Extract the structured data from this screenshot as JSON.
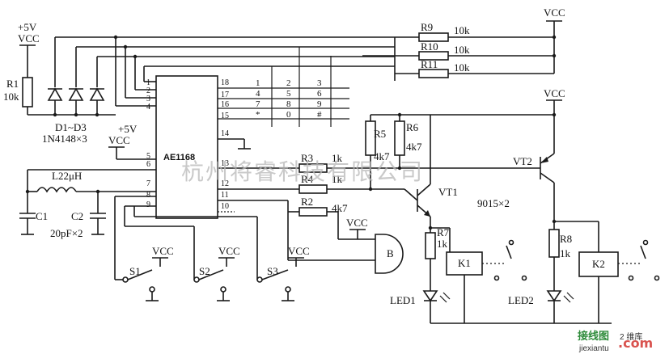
{
  "supply": {
    "vcc": "VCC",
    "plus5v": "+5V"
  },
  "chip": {
    "name": "AE1168"
  },
  "resistors": {
    "r1": "R1",
    "r1_val": "10k",
    "r9": "R9",
    "r9_val": "10k",
    "r10": "R10",
    "r10_val": "10k",
    "r11": "R11",
    "r11_val": "10k",
    "r5": "R5",
    "r5_val": "4k7",
    "r6": "R6",
    "r6_val": "4k7",
    "r3": "R3",
    "r3_val": "1k",
    "r4": "R4",
    "r4_val": "1k",
    "r2": "R2",
    "r2_val": "4k7",
    "r7": "R7",
    "r7_val": "1k",
    "r8": "R8",
    "r8_val": "1k"
  },
  "diodes": {
    "label": "D1~D3",
    "part": "1N4148×3"
  },
  "inductor": {
    "label": "L22μH"
  },
  "capacitors": {
    "c1": "C1",
    "c2": "C2",
    "value": "20pF×2"
  },
  "transistors": {
    "vt1": "VT1",
    "vt2": "VT2",
    "part": "9015×2"
  },
  "relays": {
    "k1": "K1",
    "k2": "K2"
  },
  "leds": {
    "led1": "LED1",
    "led2": "LED2"
  },
  "buzzer": {
    "label": "B"
  },
  "switches": {
    "s1": "S1",
    "s2": "S2",
    "s3": "S3"
  },
  "keypad": {
    "rows": [
      [
        "1",
        "2",
        "3"
      ],
      [
        "4",
        "5",
        "6"
      ],
      [
        "7",
        "8",
        "9"
      ],
      [
        "*",
        "0",
        "#"
      ]
    ]
  },
  "pins": {
    "left": [
      "1",
      "2",
      "3",
      "4",
      "5",
      "6",
      "7",
      "8",
      "9"
    ],
    "right": [
      "18",
      "17",
      "16",
      "15",
      "14",
      "13",
      "12",
      "11",
      "10"
    ]
  },
  "watermark": {
    "text": "杭州将睿科技有限公司"
  },
  "logo": {
    "cn": "接线图",
    "dotcom": ".com",
    "site": "jiexiantu",
    "faded": "2 维库"
  }
}
